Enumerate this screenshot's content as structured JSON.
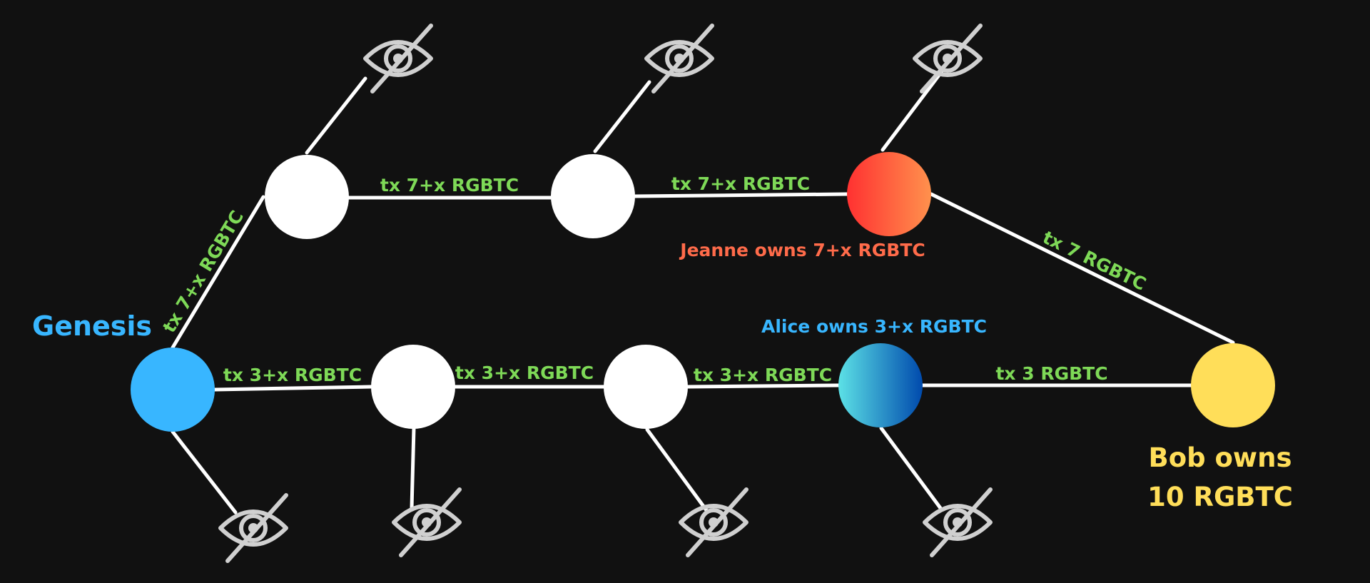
{
  "colors": {
    "background": "#111111",
    "line": "#ffffff",
    "tx_label": "#7ed957",
    "genesis": "#38b6ff",
    "jeanne": "#ff5a3c",
    "alice": "#38b6ff",
    "bob": "#ffde59",
    "eye_icon": "#d0d0d0"
  },
  "labels": {
    "genesis": "Genesis",
    "jeanne": "Jeanne owns 7+x RGBTC",
    "alice": "Alice owns 3+x RGBTC",
    "bob_line1": "Bob owns",
    "bob_line2": "10 RGBTC"
  },
  "transactions": {
    "upper_1": "tx 7+x RGBTC",
    "upper_2": "tx 7+x RGBTC",
    "upper_3": "tx 7+x RGBTC",
    "jeanne_to_bob": "tx 7 RGBTC",
    "lower_1": "tx 3+x RGBTC",
    "lower_2": "tx 3+x RGBTC",
    "lower_3": "tx 3+x RGBTC",
    "alice_to_bob": "tx 3 RGBTC"
  },
  "icons": {
    "hidden": "eye-slash-icon"
  }
}
